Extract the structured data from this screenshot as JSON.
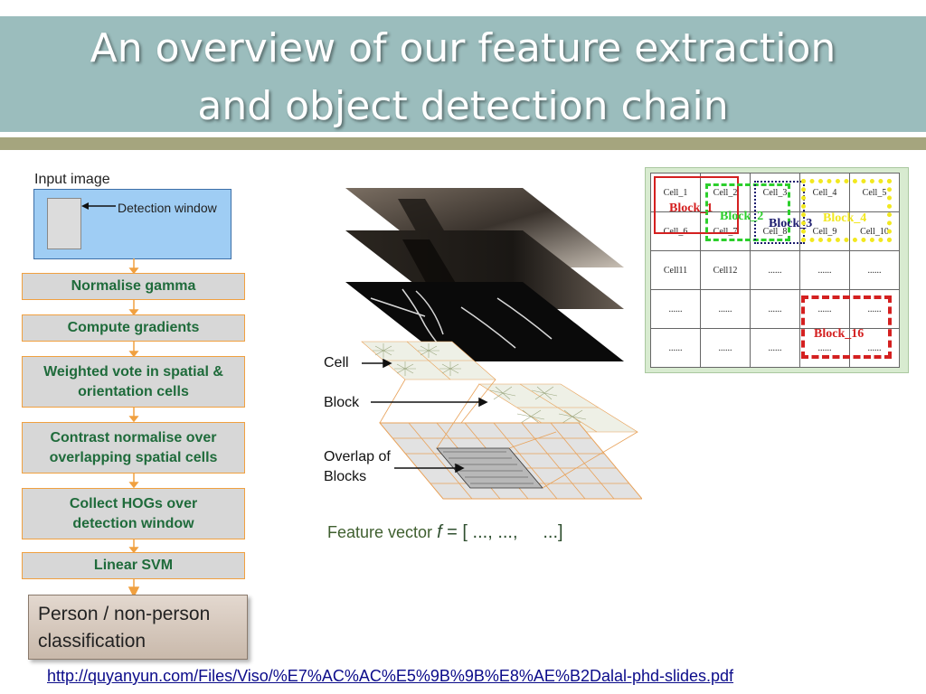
{
  "title": {
    "line1": "An overview of our feature extraction",
    "line2": "and object detection chain"
  },
  "flow": {
    "input_label": "Input image",
    "detection_window_label": "Detection window",
    "steps": [
      "Normalise gamma",
      "Compute gradients",
      "Weighted vote in spatial & orientation cells",
      "Contrast normalise over overlapping spatial cells",
      "Collect HOGs over detection window",
      "Linear SVM"
    ],
    "result": "Person / non-person classification"
  },
  "diagram": {
    "cell_label": "Cell",
    "block_label": "Block",
    "overlap_label": "Overlap of Blocks",
    "feature_vector_prefix": "Feature vector ",
    "feature_vector_symbol": "f",
    "feature_vector_suffix": " = [ ..., ...,     ...]"
  },
  "grid": {
    "rows": [
      [
        "Cell_1",
        "Cell_2",
        "Cell_3",
        "Cell_4",
        "Cell_5"
      ],
      [
        "Cell_6",
        "Cell_7",
        "Cell_8",
        "Cell_9",
        "Cell_10"
      ],
      [
        "Cell11",
        "Cell12",
        "......",
        "......",
        "......"
      ],
      [
        "......",
        "......",
        "......",
        "......",
        "......"
      ],
      [
        "......",
        "......",
        "......",
        "......",
        "......"
      ]
    ],
    "blocks": [
      "Block_1",
      "Block_2",
      "Block_3",
      "Block_4",
      "Block_16"
    ],
    "block_colors": [
      "#d42020",
      "#2ccf2c",
      "#1c1c6e",
      "#f2e81f",
      "#d42020"
    ]
  },
  "link": "http://quyanyun.com/Files/Viso/%E7%AC%AC%E5%9B%9B%E8%AE%B2Dalal-phd-slides.pdf",
  "colors": {
    "header": "#9bbdbd",
    "band": "#a5a57e",
    "step_text": "#1f6b3b",
    "step_border": "#f0a040"
  }
}
